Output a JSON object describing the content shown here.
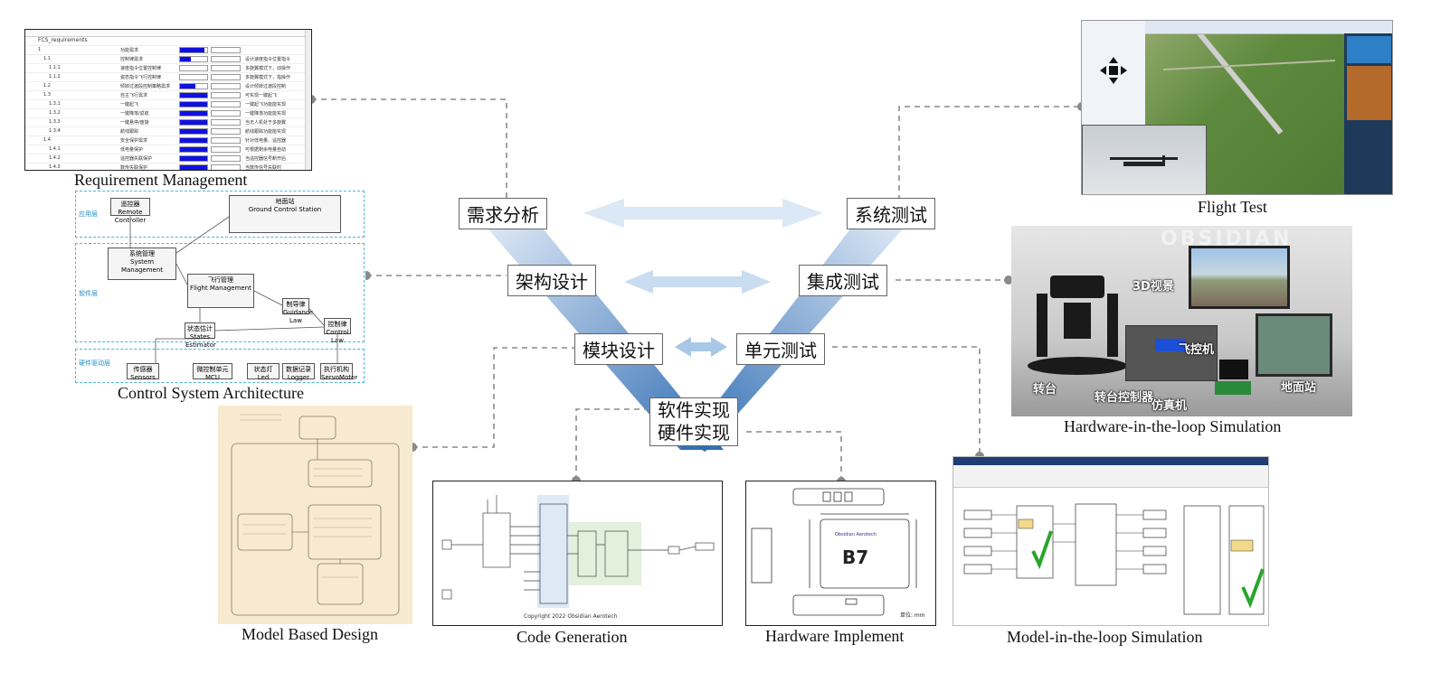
{
  "v_model": {
    "left": [
      "需求分析",
      "架构设计",
      "模块设计"
    ],
    "right": [
      "系统测试",
      "集成测试",
      "单元测试"
    ],
    "bottom_line1": "软件实现",
    "bottom_line2": "硬件实现"
  },
  "captions": {
    "requirement": "Requirement Management",
    "architecture": "Control System Architecture",
    "model_based": "Model Based Design",
    "code_gen": "Code Generation",
    "hardware_impl": "Hardware Implement",
    "mil": "Model-in-the-loop Simulation",
    "hil": "Hardware-in-the-loop Simulation",
    "flight": "Flight Test"
  },
  "requirements": {
    "root": "FCS_requirements",
    "rows": [
      {
        "id": "1",
        "text": "功能需求",
        "impl": 0.9
      },
      {
        "id": "1.1",
        "text": "控制律需求",
        "impl": 0.4,
        "desc": "设计速度指令位置指令"
      },
      {
        "id": "1.1.1",
        "text": "速度指令位置控制律",
        "impl": 0,
        "desc": "多旋翼模式下，动操作"
      },
      {
        "id": "1.1.2",
        "text": "姿态指令飞行控制律",
        "impl": 0,
        "desc": "多旋翼模式下，指操作"
      },
      {
        "id": "1.2",
        "text": "倾转过渡段控制策略需求",
        "impl": 0.55,
        "desc": "设计倾转过渡段控制"
      },
      {
        "id": "1.3",
        "text": "自主飞行需求",
        "impl": 1,
        "desc": "可实现一键起飞"
      },
      {
        "id": "1.3.1",
        "text": "一键起飞",
        "impl": 1,
        "desc": "一键起飞功能能实现"
      },
      {
        "id": "1.3.2",
        "text": "一键降落/返航",
        "impl": 1,
        "desc": "一键降落功能能实现"
      },
      {
        "id": "1.3.3",
        "text": "一键悬停/盘旋",
        "impl": 1,
        "desc": "当无人机处于多旋翼"
      },
      {
        "id": "1.3.4",
        "text": "航线跟踪",
        "impl": 1,
        "desc": "航线跟踪功能能实现"
      },
      {
        "id": "1.4",
        "text": "安全保护需求",
        "impl": 1,
        "desc": "针对低电量、遥控器"
      },
      {
        "id": "1.4.1",
        "text": "低电量保护",
        "impl": 1,
        "desc": "可根据剩余电量自动"
      },
      {
        "id": "1.4.2",
        "text": "遥控器失联保护",
        "impl": 1,
        "desc": "当遥控器信号断开后"
      },
      {
        "id": "1.4.3",
        "text": "数传失联保护",
        "impl": 1,
        "desc": "当数传信号失联时"
      }
    ]
  },
  "architecture": {
    "layers": [
      "应用层",
      "软件层",
      "硬件驱动层"
    ],
    "remote": {
      "cn": "遥控器",
      "en": "Remote Controller"
    },
    "gcs": {
      "cn": "地面站",
      "en": "Ground Control Station"
    },
    "sysmgmt": {
      "cn": "系统管理",
      "en": "System Management"
    },
    "flightmgmt": {
      "cn": "飞行管理",
      "en": "Flight Management"
    },
    "guidance": {
      "cn": "制导律",
      "en": "Guidance Law"
    },
    "control": {
      "cn": "控制律",
      "en": "Control Law"
    },
    "states": {
      "cn": "状态估计",
      "en": "States Estimator"
    },
    "hw": [
      {
        "cn": "传感器",
        "en": "Sensors"
      },
      {
        "cn": "微控制单元",
        "en": "MCU"
      },
      {
        "cn": "状态灯",
        "en": "Led"
      },
      {
        "cn": "数据记录",
        "en": "Logger"
      },
      {
        "cn": "执行机构",
        "en": "ServoMotor"
      }
    ]
  },
  "code_gen": {
    "copyright": "Copyright 2022 Obsidian Aerotech"
  },
  "hardware": {
    "model": "B7",
    "brand": "Obsidian Aerotech",
    "unit": "单位: mm"
  },
  "hil": {
    "brand": "OBSIDIAN",
    "labels": [
      "3D视景",
      "飞控机",
      "转台",
      "转台控制器",
      "仿真机",
      "地面站"
    ]
  },
  "colors": {
    "v_dark": "#3f78b8",
    "v_light": "#dbe8f5",
    "dashed": "#8a8a8a",
    "impl_bar": "#1010e0",
    "mbd_bg": "#f7ead0"
  }
}
